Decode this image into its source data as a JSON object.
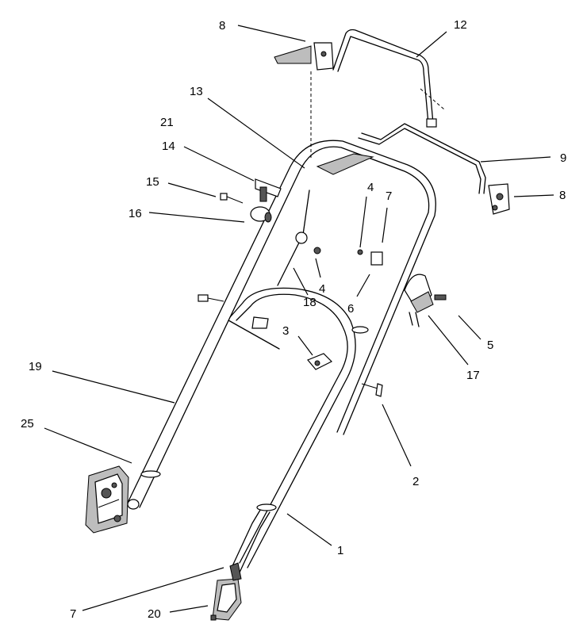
{
  "callouts": {
    "c1": "1",
    "c2": "2",
    "c3": "3",
    "c4a": "4",
    "c4b": "4",
    "c5": "5",
    "c6": "6",
    "c7a": "7",
    "c7b": "7",
    "c8a": "8",
    "c8b": "8",
    "c9": "9",
    "c12": "12",
    "c13": "13",
    "c14": "14",
    "c15": "15",
    "c16": "16",
    "c17": "17",
    "c18": "18",
    "c19": "19",
    "c20": "20",
    "c21": "21",
    "c25": "25"
  }
}
